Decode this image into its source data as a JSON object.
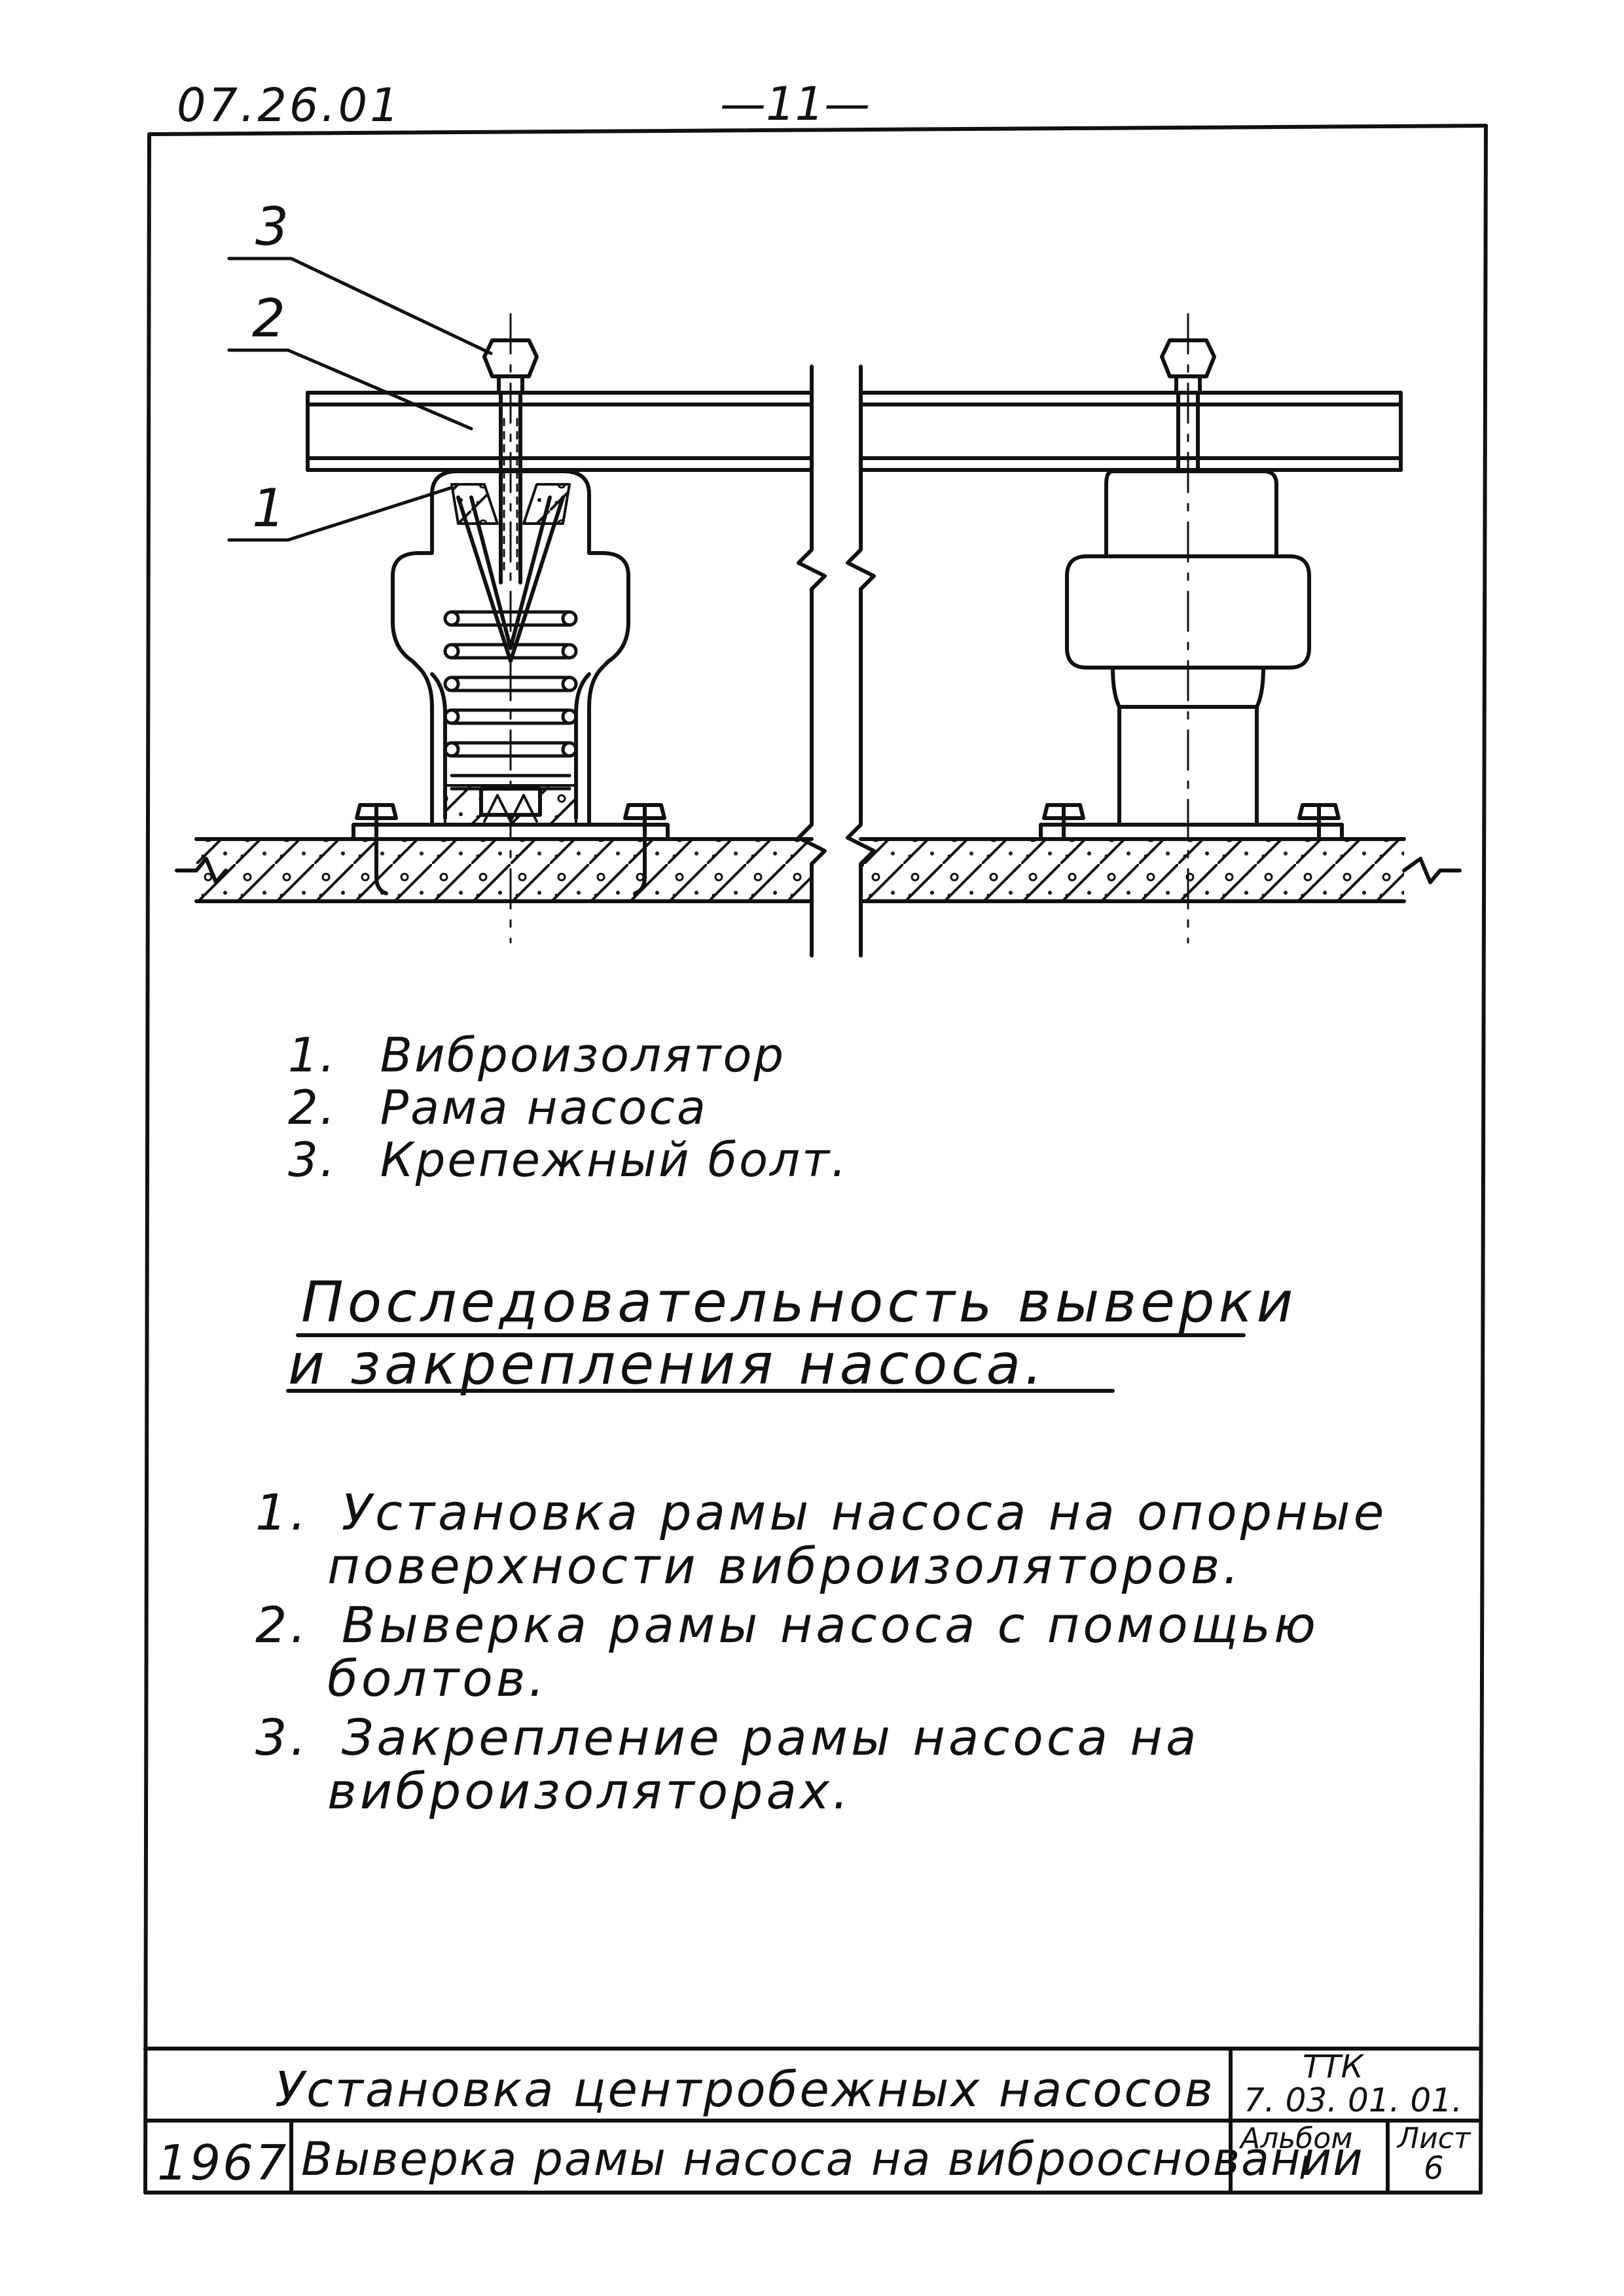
{
  "header": {
    "doc_code": "07.26.01",
    "page_number": "—11—"
  },
  "callouts": [
    "3",
    "2",
    "1"
  ],
  "legend": [
    {
      "num": "1.",
      "text": "Виброизолятор"
    },
    {
      "num": "2.",
      "text": "Рама   насоса"
    },
    {
      "num": "3.",
      "text": "Крепежный  болт."
    }
  ],
  "heading": {
    "line1": "Последовательность   выверки",
    "line2": "и   закрепления         насоса."
  },
  "steps": [
    {
      "num": "1.",
      "line1": "Установка   рамы   насоса   на   опорные",
      "line2": "поверхности   виброизоляторов."
    },
    {
      "num": "2.",
      "line1": "Выверка    рамы    насоса  с  помощью",
      "line2": "болтов."
    },
    {
      "num": "3.",
      "line1": "Закрепление   рамы    насоса      на",
      "line2": "виброизоляторах."
    }
  ],
  "title_block": {
    "title": "Установка  центробежных  насосов",
    "subtitle": "Выверка  рамы   насоса на виброосновании",
    "year": "1967",
    "doc_type": "ТТК",
    "doc_number": "7. 03. 01. 01.",
    "album_label": "Альбом",
    "album_value": "I",
    "sheet_label": "Лист",
    "sheet_value": "6"
  }
}
